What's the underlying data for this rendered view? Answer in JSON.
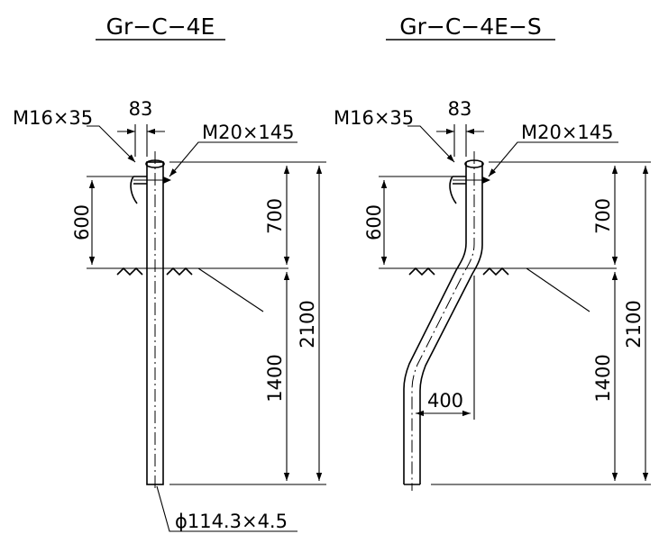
{
  "drawings": [
    {
      "title": "Gr−C−4E",
      "bolt_top": "M16×35",
      "bolt_side": "M20×145",
      "width_dim": "83",
      "embed_dim": "600",
      "upper_dim": "700",
      "lower_dim": "1400",
      "total_dim": "2100",
      "pipe_spec": "ϕ114.3×4.5"
    },
    {
      "title": "Gr−C−4E−S",
      "bolt_top": "M16×35",
      "bolt_side": "M20×145",
      "width_dim": "83",
      "embed_dim": "600",
      "upper_dim": "700",
      "lower_dim": "1400",
      "total_dim": "2100",
      "offset_dim": "400"
    }
  ],
  "colors": {
    "line": "#000000",
    "background": "#ffffff"
  }
}
